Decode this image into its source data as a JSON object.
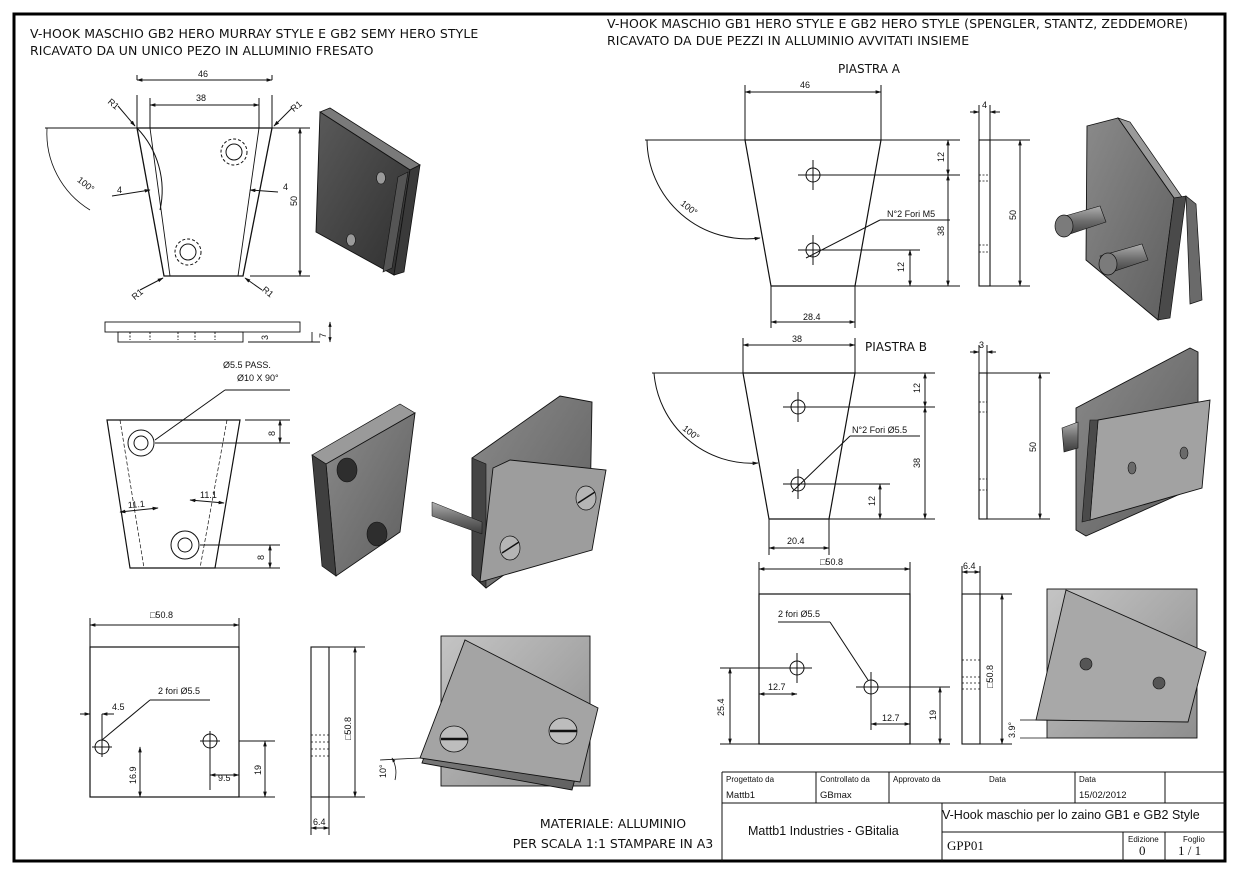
{
  "headers": {
    "left_line1": "V-HOOK MASCHIO GB2 HERO MURRAY STYLE E GB2 SEMY HERO STYLE",
    "left_line2": "RICAVATO DA UN UNICO PEZO IN ALLUMINIO FRESATO",
    "right_line1": "V-HOOK MASCHIO GB1 HERO STYLE E GB2 HERO STYLE (SPENGLER, STANTZ, ZEDDEMORE)",
    "right_line2": "RICAVATO DA DUE PEZZI IN ALLUMINIO AVVITATI INSIEME"
  },
  "labels": {
    "piastra_a": "PIASTRA A",
    "piastra_b": "PIASTRA B"
  },
  "dims": {
    "l_top_46": "46",
    "l_top_38": "38",
    "l_r1_tl": "R1",
    "l_r1_tr": "R1",
    "l_r1_bl": "R1",
    "l_r1_br": "R1",
    "l_100": "100°",
    "l_4_left": "4",
    "l_4_right": "4",
    "l_50": "50",
    "l_side_3": "3",
    "l_side_7": "7",
    "l_pass": "Ø5.5 PASS.",
    "l_csk": "Ø10 X 90°",
    "l_8_top": "8",
    "l_11_left": "11.1",
    "l_11_right": "11.1",
    "l_8_bot": "8",
    "l_sq": "□50.8",
    "l_2fori": "2 fori Ø5.5",
    "l_45": "4.5",
    "l_169": "16.9",
    "l_95": "9.5",
    "l_19": "19",
    "l_508v": "□50.8",
    "l_64": "6.4",
    "l_10deg": "10°",
    "a_46": "46",
    "a_4": "4",
    "a_12_top": "12",
    "a_m5": "N°2 Fori M5",
    "a_38": "38",
    "a_50": "50",
    "a_12_bot": "12",
    "a_100": "100°",
    "a_284": "28.4",
    "b_38": "38",
    "b_3": "3",
    "b_12_top": "12",
    "b_fori": "N°2 Fori  Ø5.5",
    "b_38v": "38",
    "b_50": "50",
    "b_12_bot": "12",
    "b_100": "100°",
    "b_204": "20.4",
    "r_sq": "□50.8",
    "r_64": "6.4",
    "r_2fori": "2 fori Ø5.5",
    "r_127a": "12.7",
    "r_254": "25.4",
    "r_127b": "12.7",
    "r_19": "19",
    "r_508v": "□50.8",
    "r_39": "3.9°"
  },
  "material": {
    "line1": "MATERIALE: ALLUMINIO",
    "line2": "PER SCALA 1:1 STAMPARE IN A3"
  },
  "title_block": {
    "progettato_label": "Progettato da",
    "progettato_value": "Mattb1",
    "controllato_label": "Controllato da",
    "controllato_value": "GBmax",
    "approvato_label": "Approvato da",
    "data_label_1": "Data",
    "data_label_2": "Data",
    "data_value": "15/02/2012",
    "company": "Mattb1 Industries - GBitalia",
    "title": "V-Hook maschio per lo zaino GB1 e GB2 Style",
    "code": "GPP01",
    "edizione_label": "Edizione",
    "edizione_value": "0",
    "foglio_label": "Foglio",
    "foglio_value": "1 / 1"
  }
}
